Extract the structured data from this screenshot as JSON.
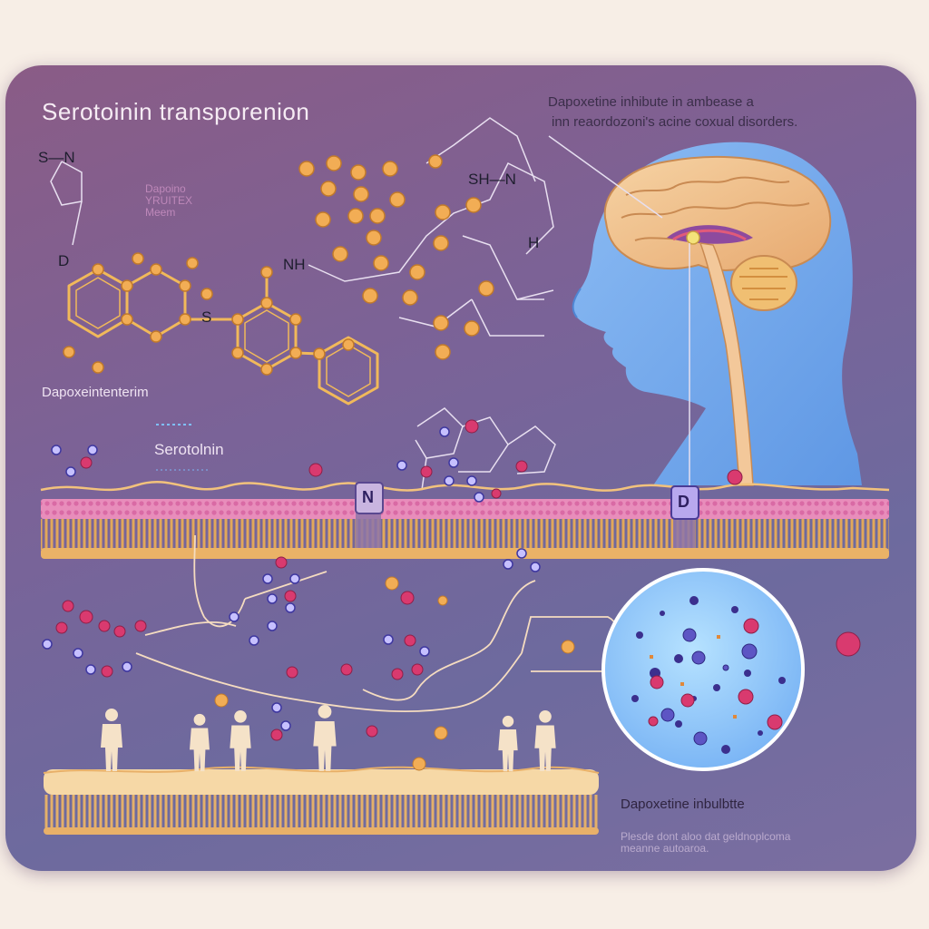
{
  "title": "Serotoinin transporenion",
  "callout_top": {
    "line1": "Dapoxetine inhibute in ambease a",
    "line2": "inn reaordozoni's acine coxual disorders."
  },
  "chem_labels": {
    "s_n": "S—N",
    "d": "D",
    "s": "S",
    "nh": "NH",
    "sh": "SH—N",
    "h": "H",
    "small_label": "Dapoino\nYRUITEX\nMeem"
  },
  "dapoxe_label": "Dapoxeintenterim",
  "serotonin_label": "Serotolnin",
  "membrane_boxes": {
    "left": "N",
    "right": "D"
  },
  "bottom_label": "Dapoxetine inbulbtte",
  "faint_note": "Plesde dont aloo dat geldnoplcoma\nmeanne autoaroa.",
  "colors": {
    "panel": "#7a6398",
    "membrane_pink": "#e58ab8",
    "membrane_tan": "#e9b96a",
    "head": "#7bb0f0",
    "brain": "#f0c48c",
    "molecule_orange": "#f0a64a",
    "molecule_pink": "#d6336e",
    "molecule_navy": "#4b3b9a"
  },
  "icons": [
    "person-icon",
    "brain-icon",
    "head-silhouette",
    "magnifier-circle"
  ]
}
